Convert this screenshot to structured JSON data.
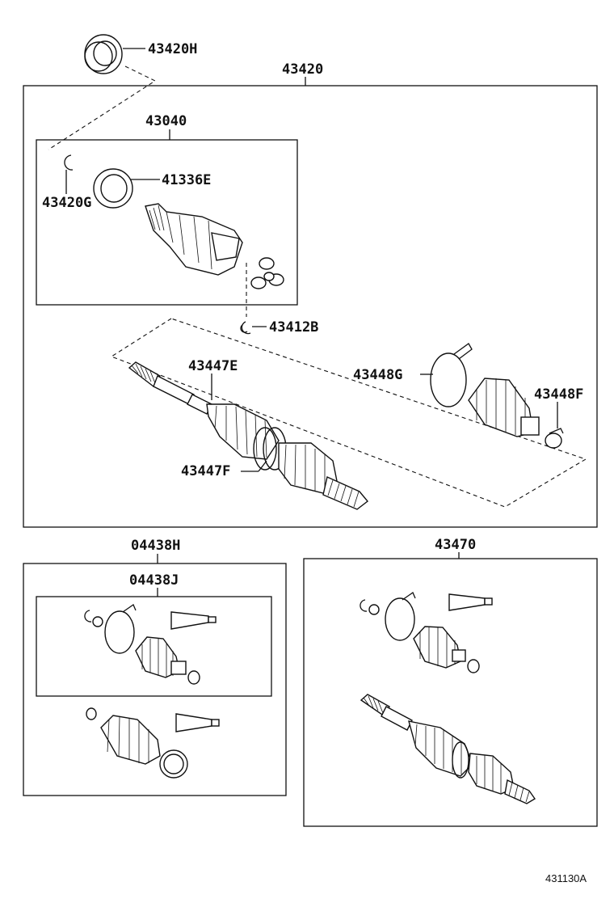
{
  "parts": {
    "p43420H": "43420H",
    "p43420": "43420",
    "p43040": "43040",
    "p41336E": "41336E",
    "p43420G": "43420G",
    "p43412B": "43412B",
    "p43447E": "43447E",
    "p43448G": "43448G",
    "p43448F": "43448F",
    "p43447F": "43447F",
    "p04438H": "04438H",
    "p04438J": "04438J",
    "p43470": "43470"
  },
  "reference": "431130A",
  "colors": {
    "line": "#111111",
    "background": "#ffffff"
  }
}
